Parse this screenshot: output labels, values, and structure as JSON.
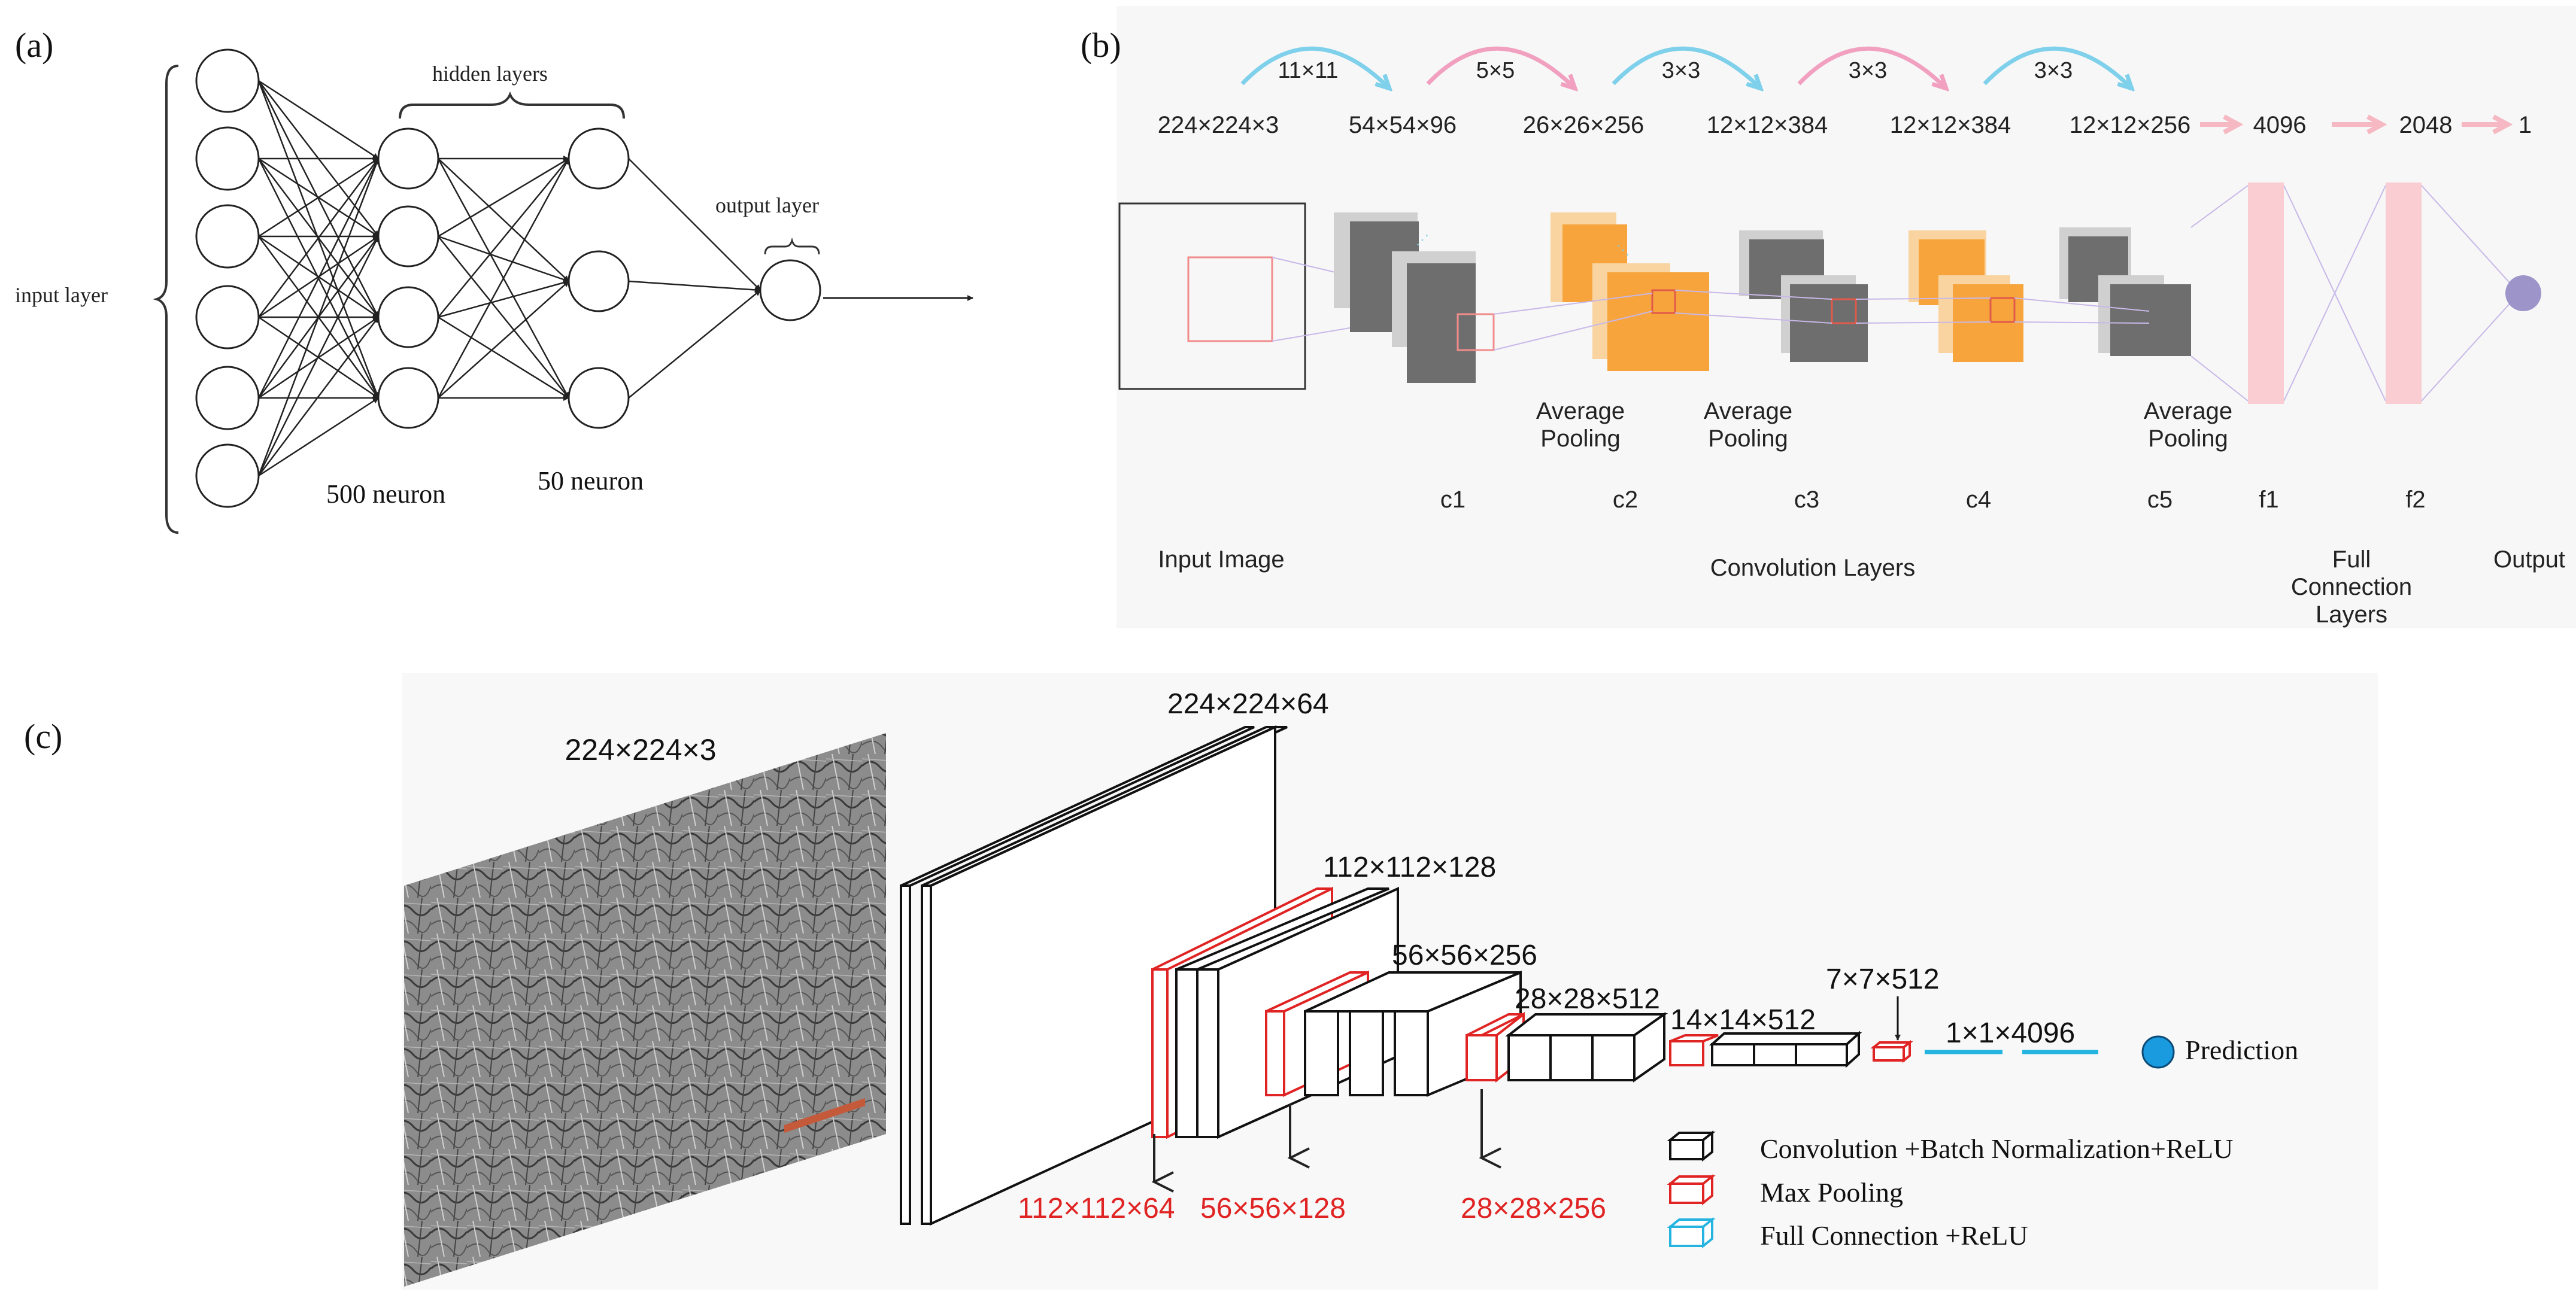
{
  "panel_a": {
    "label": "(a)",
    "input_label": "input layer",
    "hidden_label": "hidden layers",
    "output_label": "output layer",
    "neurons_1": "500 neuron",
    "neurons_2": "50 neuron"
  },
  "panel_b": {
    "label": "(b)",
    "kernels": [
      "11×11",
      "5×5",
      "3×3",
      "3×3",
      "3×3"
    ],
    "dims": [
      "224×224×3",
      "54×54×96",
      "26×26×256",
      "12×12×384",
      "12×12×384",
      "12×12×256",
      "4096",
      "2048",
      "1"
    ],
    "pool_labels": [
      "Average\nPooling",
      "Average\nPooling",
      "Average\nPooling"
    ],
    "layer_ids": [
      "c1",
      "c2",
      "c3",
      "c4",
      "c5",
      "f1",
      "f2"
    ],
    "input_image": "Input Image",
    "conv_layers": "Convolution Layers",
    "full_connection": "Full\nConnection\nLayers",
    "output": "Output",
    "colors": {
      "blue_arc": "#7fd0ea",
      "pink_arc": "#f1a0bf",
      "orange": "#f7a43c",
      "grey": "#6e6e6e",
      "fc_pink": "#f9cdd2",
      "output_node": "#9d94c9"
    }
  },
  "panel_c": {
    "label": "(c)",
    "input_dim": "224×224×3",
    "black_dims": [
      "224×224×64",
      "112×112×128",
      "56×56×256",
      "28×28×512",
      "14×14×512",
      "7×7×512",
      "1×1×4096"
    ],
    "red_dims": [
      "112×112×64",
      "56×56×128",
      "28×28×256"
    ],
    "prediction": "Prediction",
    "legend": [
      "Convolution +Batch Normalization+ReLU",
      "Max Pooling",
      "Full Connection +ReLU"
    ],
    "colors": {
      "red": "#e02424",
      "cyan": "#25b4e0",
      "prediction": "#1a9be0"
    }
  }
}
